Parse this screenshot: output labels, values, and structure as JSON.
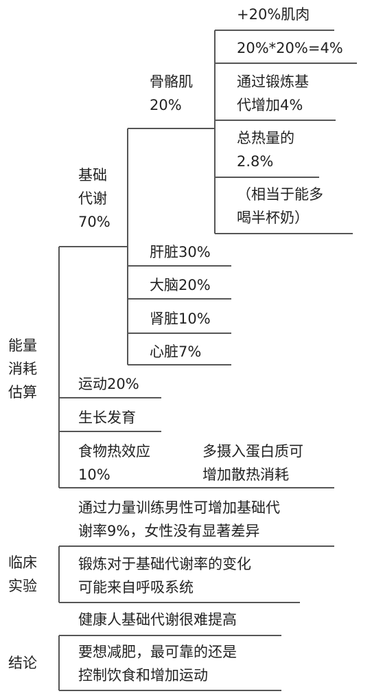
{
  "colors": {
    "line": "#555555",
    "text": "#222222",
    "background": "#ffffff"
  },
  "sections": {
    "energy": {
      "label_lines": [
        "能量",
        "消耗",
        "估算"
      ]
    },
    "clinical": {
      "label_lines": [
        "临床",
        "实验"
      ]
    },
    "conclusion": {
      "label_lines": [
        "结论"
      ]
    }
  },
  "basal": {
    "label_lines": [
      "基础",
      "代谢",
      "70%"
    ],
    "skeletal_muscle": {
      "label_lines": [
        "骨骼肌",
        "20%"
      ],
      "details": [
        {
          "lines": [
            "+20%肌肉"
          ]
        },
        {
          "lines": [
            "20%*20%=4%"
          ]
        },
        {
          "lines": [
            "通过锻炼基",
            "代增加4%"
          ]
        },
        {
          "lines": [
            "总热量的",
            "2.8%"
          ]
        },
        {
          "lines": [
            "（相当于能多",
            "喝半杯奶）"
          ]
        }
      ]
    },
    "organs": [
      "肝脏30%",
      "大脑20%",
      "肾脏10%",
      "心脏7%"
    ]
  },
  "exercise": "运动20%",
  "growth": "生长发育",
  "food_effect": {
    "label_lines": [
      "食物热效应",
      "10%"
    ],
    "note_lines": [
      "多摄入蛋白质可",
      "增加散热消耗"
    ]
  },
  "clinical_items": [
    {
      "lines": [
        "通过力量训练男性可增加基础代",
        "谢率9%，女性没有显著差异"
      ]
    },
    {
      "lines": [
        "锻炼对于基础代谢率的变化",
        "可能来自呼吸系统"
      ]
    }
  ],
  "conclusion_items": [
    {
      "lines": [
        "健康人基础代谢很难提高"
      ]
    },
    {
      "lines": [
        "要想减肥，最可靠的还是",
        "控制饮食和增加运动"
      ]
    }
  ]
}
